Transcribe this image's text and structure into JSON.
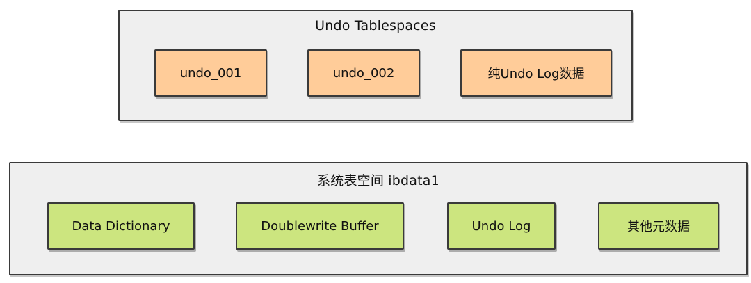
{
  "undo_tablespaces": {
    "title": "Undo Tablespaces",
    "boxes": [
      {
        "label": "undo_001"
      },
      {
        "label": "undo_002"
      },
      {
        "label": "纯Undo Log数据"
      }
    ]
  },
  "system_tablespace": {
    "title": "系统表空间 ibdata1",
    "boxes": [
      {
        "label": "Data Dictionary"
      },
      {
        "label": "Doublewrite Buffer"
      },
      {
        "label": "Undo Log"
      },
      {
        "label": "其他元数据"
      }
    ]
  },
  "colors": {
    "container_fill": "#efefef",
    "undo_box_fill": "#ffcc99",
    "system_box_fill": "#cce57f",
    "outline": "#3a3a3a"
  }
}
